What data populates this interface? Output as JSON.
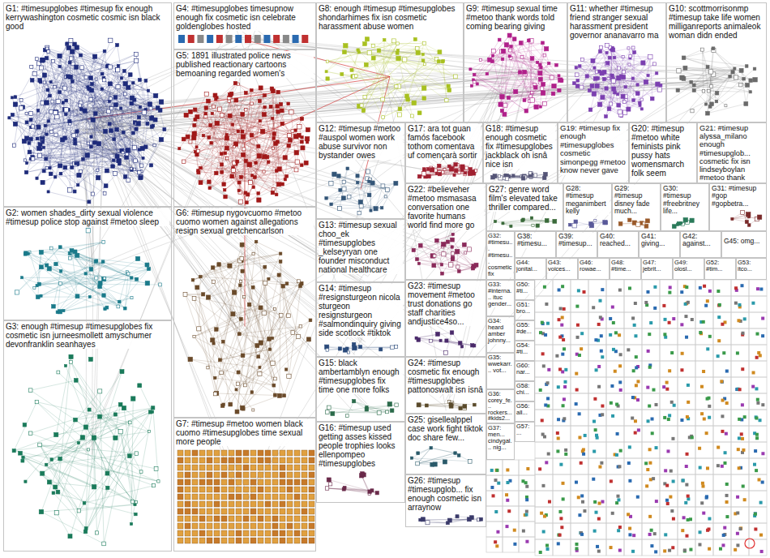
{
  "diagram": {
    "nodes": [
      {
        "text": [
          "G1: #timesupglobes #timesup fix enough kerrywashington cosmetic cosmic isn black good"
        ]
      },
      {
        "text": [
          "G4: #timesupglobes timesupnow enough fix cosmetic isn celebrate goldenglobes hosted"
        ]
      },
      {
        "text": [
          "G8: enough #timesup #timesupglobes shondarhimes fix isn cosmetic harassment abuse women"
        ]
      },
      {
        "text": [
          "G9: #timesup sexual time #metoo thank words told coming bearing giving"
        ]
      },
      {
        "text": [
          "G11: whether #timesup friend stranger sexual harassment president governor ananavarro ma"
        ]
      },
      {
        "text": [
          "G10: scottmorrisonmp #timesup take life women milliganreports animaleok woman didn ended"
        ]
      },
      {
        "text": [
          "G5: 1891 illustrated police news published reactionary cartoons bemoaning regarded women's"
        ]
      },
      {
        "text": [
          "G12: #timesup #metoo #auspol women work abuse survivor non bystander owes"
        ]
      },
      {
        "text": [
          "G17: ara tot guan famós facebook tothom comentava uf començarà sortir"
        ]
      },
      {
        "text": [
          "G18: #timesup enough cosmetic fix #timesupglobes jackblack oh isnâ nice isn"
        ]
      },
      {
        "text": [
          "G19: #timesup fix enough #timesupglobes cosmetic simonpegg #metoo know never gave"
        ]
      },
      {
        "text": [
          "G20: #timesup #metoo white feminists pink pussy hats womensmarch folk seem"
        ]
      },
      {
        "text": [
          "G21: #timesup alyssa_milano enough #timesupglob... cosmetic fix isn lindseyboylan #metoo thank"
        ]
      },
      {
        "text": [
          "G2: women shades_dirty sexual violence #timesup police stop against #metoo sleep"
        ]
      },
      {
        "text": [
          "G6: #timesup nygovcuomo #metoo cuomo women against allegations resign sexual gretchencarlson"
        ]
      },
      {
        "text": [
          "G13: #timesup sexual choo_ek #timesupglobes _kelseyryan one founder misconduct national healthcare"
        ]
      },
      {
        "text": [
          "G22: #believeher #metoo msmasasa conversation one favorite humans world find more go"
        ]
      },
      {
        "text": [
          "G27: genre word film's elevated take thriller compared..."
        ]
      },
      {
        "text": [
          "G28: #timesup meganimbert kelly"
        ]
      },
      {
        "text": [
          "G29: #timesup disney fade much..."
        ]
      },
      {
        "text": [
          "G30: #timesup #freebritney life..."
        ]
      },
      {
        "text": [
          "G31: #timesup #gop #gopbetra..."
        ]
      },
      {
        "text": [
          "G32: #timesu... #timesu... cosmetic fix"
        ]
      },
      {
        "text": [
          "G38: #timesu..."
        ]
      },
      {
        "text": [
          "G39: #timesup..."
        ]
      },
      {
        "text": [
          "G40: reached..."
        ]
      },
      {
        "text": [
          "G41: giving..."
        ]
      },
      {
        "text": [
          "G42: against..."
        ]
      },
      {
        "text": [
          "G45: omg..."
        ]
      },
      {
        "text": [
          "G44: jonital..."
        ]
      },
      {
        "text": [
          "G43: voices..."
        ]
      },
      {
        "text": [
          "G46: rowae..."
        ]
      },
      {
        "text": [
          "G48: #time..."
        ]
      },
      {
        "text": [
          "G47: jebrit..."
        ]
      },
      {
        "text": [
          "G49: olosl..."
        ]
      },
      {
        "text": [
          "G52: #tim..."
        ]
      },
      {
        "text": [
          "G53: itco..."
        ]
      },
      {
        "text": [
          "G14: #timesup #resignsturgeon nicola sturgeon resignsturgeon #salmondinquiry giving side scotlock #tiktok"
        ]
      },
      {
        "text": [
          "G23: #timesup movement #metoo trust donations go staff charities andjustice4so..."
        ]
      },
      {
        "text": [
          "G33: #interna... ituc gender..."
        ]
      },
      {
        "text": [
          "G50: #ti..."
        ]
      },
      {
        "text": [
          "G51: bro..."
        ]
      },
      {
        "text": [
          "G34: heard amber johnny..."
        ]
      },
      {
        "text": [
          "G55: #de..."
        ]
      },
      {
        "text": [
          "G54: #ti..."
        ]
      },
      {
        "text": [
          "G35: wwekarr... vot..."
        ]
      },
      {
        "text": [
          "G60: nar..."
        ]
      },
      {
        "text": [
          "G36: corey_fe... rockers... #kids2..."
        ]
      },
      {
        "text": [
          "G58: chi..."
        ]
      },
      {
        "text": [
          "G56: all..."
        ]
      },
      {
        "text": [
          "G37: men... cindygal... nig..."
        ]
      },
      {
        "text": [
          "G57: ..."
        ]
      },
      {
        "text": [
          "G15: black ambertamblyn enough #timesupglobes fix time one more folks"
        ]
      },
      {
        "text": [
          "G24: #timesup cosmetic fix enough #timesupglobes pattonoswalt isn isnâ"
        ]
      },
      {
        "text": [
          "G25: gisellealppel case work fight tiktok doc share few..."
        ]
      },
      {
        "text": [
          "G16: #timesup used getting asses kissed people trophies looks ellenpompeo #timesupglobes"
        ]
      },
      {
        "text": [
          "G26: #timesup #timesupglob... fix enough cosmetic isn arraynow"
        ]
      },
      {
        "text": [
          "G3: enough #timesup #timesupglobes fix cosmetic isn jurneesmollett amyschumer devonfranklin seanhayes"
        ]
      },
      {
        "text": [
          "G7: #timesup #metoo women black cuomo #timesupglobes time sexual more people"
        ]
      }
    ]
  }
}
